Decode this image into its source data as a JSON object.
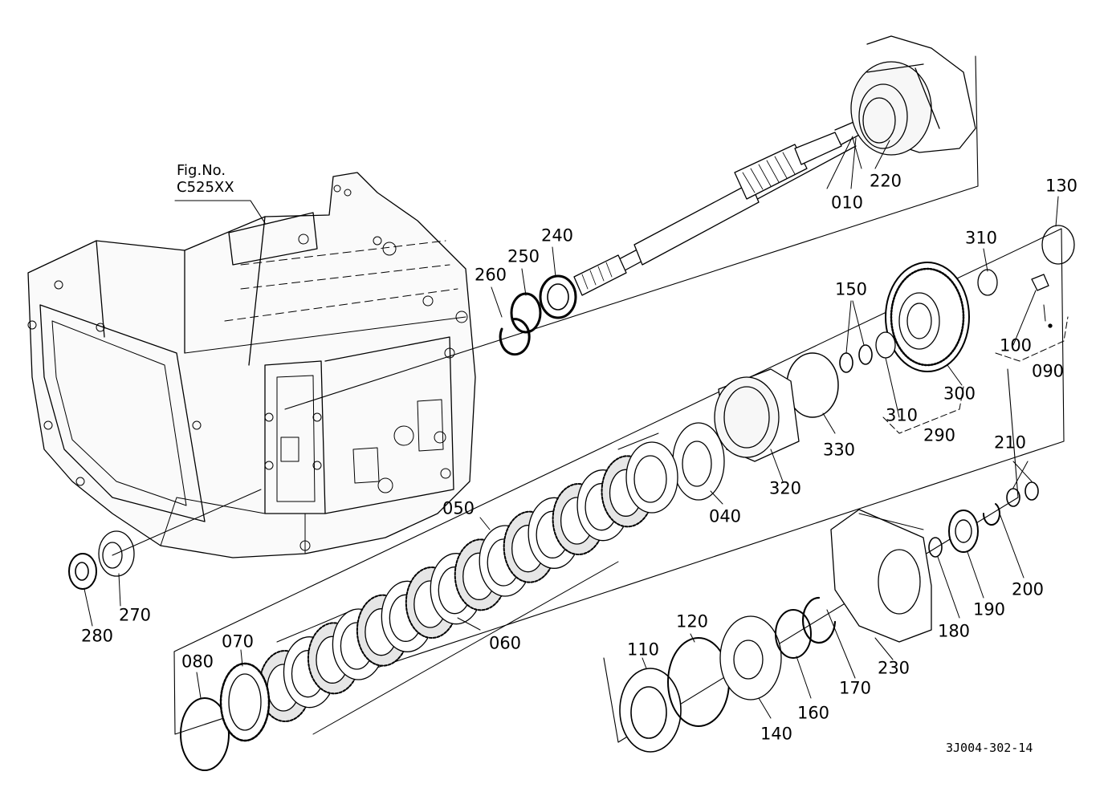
{
  "figure_ref": {
    "line1": "Fig.No.",
    "line2": "C525XX"
  },
  "drawing_code": "3J004-302-14",
  "labels": {
    "p010": "010",
    "p220": "220",
    "p130": "130",
    "p310a": "310",
    "p240": "240",
    "p250": "250",
    "p260": "260",
    "p150": "150",
    "p100": "100",
    "p090": "090",
    "p300": "300",
    "p310b": "310",
    "p290": "290",
    "p330": "330",
    "p320": "320",
    "p040": "040",
    "p050": "050",
    "p060": "060",
    "p070": "070",
    "p080": "080",
    "p210": "210",
    "p200": "200",
    "p190": "190",
    "p180": "180",
    "p230": "230",
    "p170": "170",
    "p160": "160",
    "p140": "140",
    "p120": "120",
    "p110": "110",
    "p270": "270",
    "p280": "280"
  },
  "colors": {
    "ink": "#000000",
    "paper": "#ffffff",
    "fill": "#f4f4f4"
  }
}
